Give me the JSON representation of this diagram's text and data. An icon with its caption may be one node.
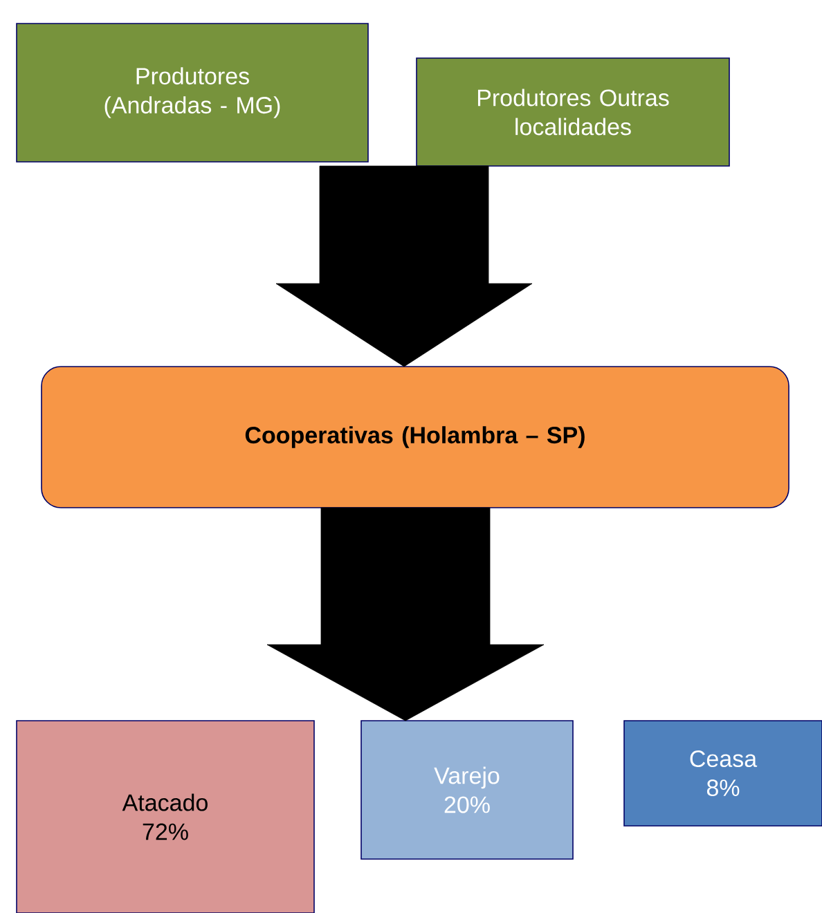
{
  "diagram": {
    "nodes": [
      {
        "text": [
          "Produtores (Andradas - MG)"
        ]
      },
      {
        "text": [
          "Produtores Outras localidades"
        ]
      },
      {
        "text": [
          "Cooperativas (Holambra – SP)"
        ]
      },
      {
        "text": [
          "Atacado 72%"
        ]
      },
      {
        "text": [
          "Varejo 20%"
        ]
      },
      {
        "text": [
          "Ceasa 8%"
        ]
      }
    ],
    "edges": [
      {
        "from": 0,
        "to": 2,
        "arrow": "to"
      },
      {
        "from": 1,
        "to": 2,
        "arrow": "to"
      },
      {
        "from": 2,
        "to": 3,
        "arrow": "to"
      },
      {
        "from": 2,
        "to": 4,
        "arrow": "to"
      },
      {
        "from": 2,
        "to": 5,
        "arrow": "to"
      }
    ]
  }
}
